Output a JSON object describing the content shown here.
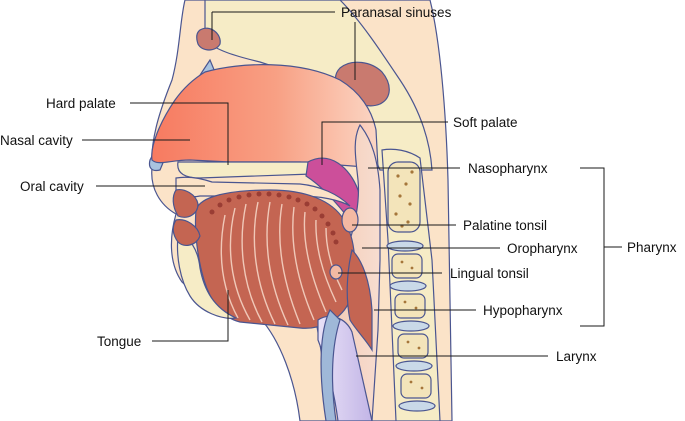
{
  "labels": {
    "paranasal_sinuses": "Paranasal sinuses",
    "hard_palate": "Hard palate",
    "nasal_cavity": "Nasal cavity",
    "oral_cavity": "Oral cavity",
    "tongue": "Tongue",
    "soft_palate": "Soft palate",
    "nasopharynx": "Nasopharynx",
    "palatine_tonsil": "Palatine tonsil",
    "oropharynx": "Oropharynx",
    "lingual_tonsil": "Lingual tonsil",
    "hypopharynx": "Hypopharynx",
    "larynx": "Larynx",
    "pharynx": "Pharynx"
  },
  "colors": {
    "skin": "#fbe3c8",
    "bone": "#f6ecc6",
    "outline": "#4a5590",
    "nasal_cavity": "#f7876a",
    "throat": "#f3c2a6",
    "soft_palate": "#cc4f9a",
    "tongue": "#c46552",
    "sinus": "#c97a6f",
    "vertebra_disc": "#c9d9e8",
    "larynx": "#c8bde8",
    "airway_blue": "#9fb8d8"
  }
}
